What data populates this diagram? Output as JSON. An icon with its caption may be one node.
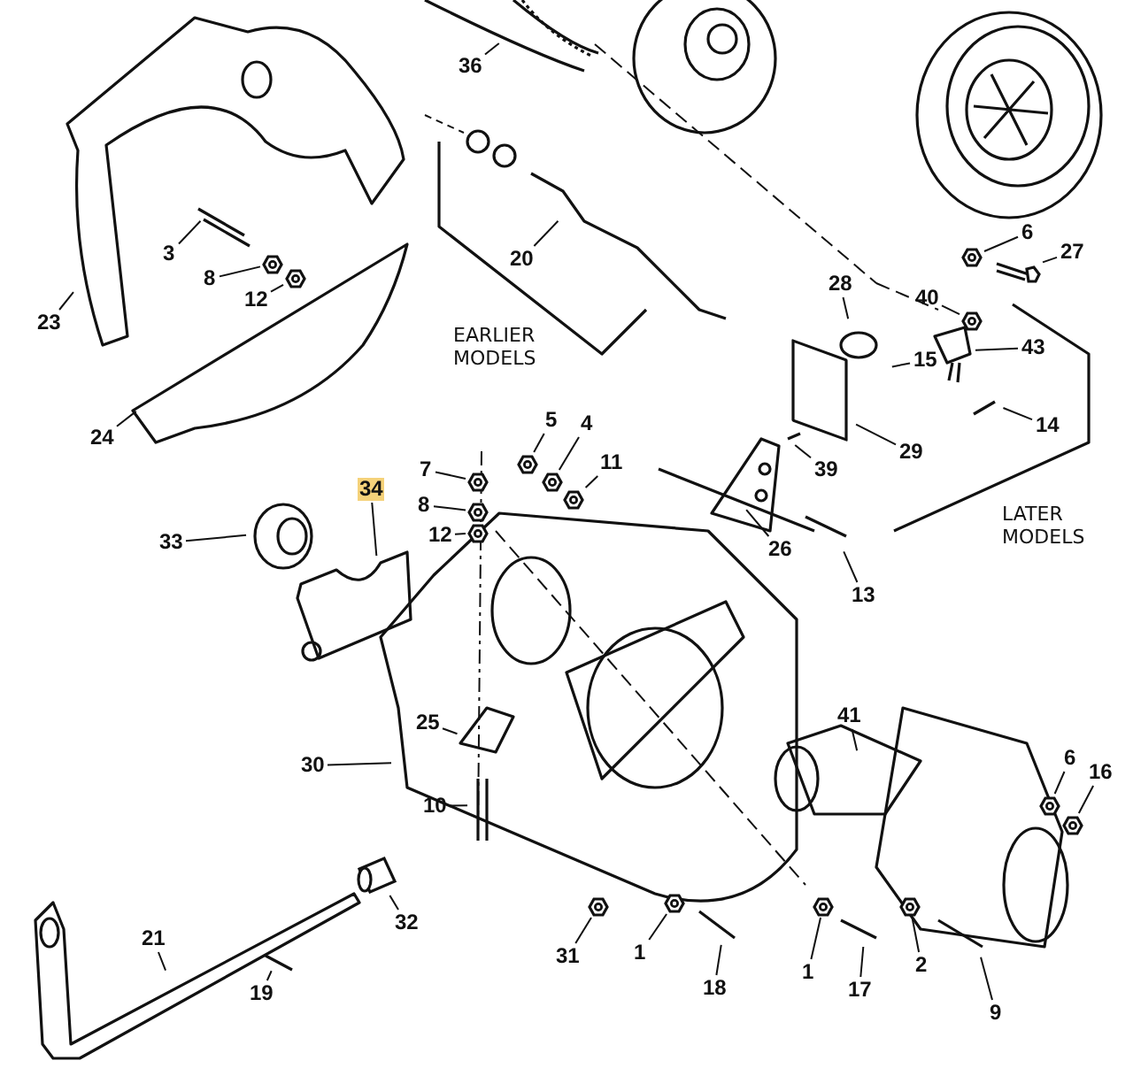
{
  "diagram": {
    "nodes": [
      {
        "text": [
          "36"
        ]
      },
      {
        "text": [
          "3"
        ]
      },
      {
        "text": [
          "8"
        ]
      },
      {
        "text": [
          "12"
        ]
      },
      {
        "text": [
          "23"
        ]
      },
      {
        "text": [
          "20"
        ]
      },
      {
        "text": [
          "24"
        ]
      },
      {
        "text": [
          "6"
        ]
      },
      {
        "text": [
          "27"
        ]
      },
      {
        "text": [
          "40"
        ]
      },
      {
        "text": [
          "28"
        ]
      },
      {
        "text": [
          "15"
        ]
      },
      {
        "text": [
          "43"
        ]
      },
      {
        "text": [
          "14"
        ]
      },
      {
        "text": [
          "29"
        ]
      },
      {
        "text": [
          "39"
        ]
      },
      {
        "text": [
          "5"
        ]
      },
      {
        "text": [
          "4"
        ]
      },
      {
        "text": [
          "11"
        ]
      },
      {
        "text": [
          "7"
        ]
      },
      {
        "text": [
          "8"
        ]
      },
      {
        "text": [
          "12"
        ]
      },
      {
        "text": [
          "34"
        ]
      },
      {
        "text": [
          "33"
        ]
      },
      {
        "text": [
          "26"
        ]
      },
      {
        "text": [
          "13"
        ]
      },
      {
        "text": [
          "25"
        ]
      },
      {
        "text": [
          "30"
        ]
      },
      {
        "text": [
          "10"
        ]
      },
      {
        "text": [
          "41"
        ]
      },
      {
        "text": [
          "6"
        ]
      },
      {
        "text": [
          "16"
        ]
      },
      {
        "text": [
          "21"
        ]
      },
      {
        "text": [
          "32"
        ]
      },
      {
        "text": [
          "19"
        ]
      },
      {
        "text": [
          "31"
        ]
      },
      {
        "text": [
          "1"
        ]
      },
      {
        "text": [
          "18"
        ]
      },
      {
        "text": [
          "1"
        ]
      },
      {
        "text": [
          "17"
        ]
      },
      {
        "text": [
          "2"
        ]
      },
      {
        "text": [
          "9"
        ]
      },
      {
        "text": [],
        "shape": "nut"
      },
      {
        "text": [],
        "shape": "nut"
      },
      {
        "text": [],
        "shape": "nut"
      },
      {
        "text": [],
        "shape": "nut"
      },
      {
        "text": [],
        "shape": "nut"
      },
      {
        "text": [],
        "shape": "nut"
      },
      {
        "text": [],
        "shape": "nut"
      },
      {
        "text": [],
        "shape": "nut"
      },
      {
        "text": [],
        "shape": "nut"
      },
      {
        "text": [],
        "shape": "nut"
      },
      {
        "text": [],
        "shape": "nut"
      },
      {
        "text": [],
        "shape": "nut"
      },
      {
        "text": [],
        "shape": "cylinder"
      },
      {
        "text": [],
        "shape": "nut"
      },
      {
        "text": [],
        "shape": "nut"
      },
      {
        "text": [],
        "shape": "nut"
      },
      {
        "text": [],
        "shape": "nut"
      },
      {
        "text": [],
        "shape": "bolt"
      }
    ],
    "edges": [
      {
        "from": 0,
        "to": null,
        "arrow": "none"
      },
      {
        "from": 1,
        "to": null,
        "arrow": "none"
      },
      {
        "from": 2,
        "to": 42,
        "arrow": "none"
      },
      {
        "from": 3,
        "to": 43,
        "arrow": "none"
      },
      {
        "from": 4,
        "to": null,
        "arrow": "none"
      },
      {
        "from": 5,
        "to": null,
        "arrow": "none"
      },
      {
        "from": 6,
        "to": null,
        "arrow": "none"
      },
      {
        "from": 7,
        "to": 44,
        "arrow": "none"
      },
      {
        "from": 8,
        "to": 59,
        "arrow": "none"
      },
      {
        "from": 9,
        "to": 45,
        "arrow": "none"
      },
      {
        "from": 10,
        "to": null,
        "arrow": "none"
      },
      {
        "from": 11,
        "to": null,
        "arrow": "none"
      },
      {
        "from": 12,
        "to": null,
        "arrow": "none"
      },
      {
        "from": 13,
        "to": null,
        "arrow": "none"
      },
      {
        "from": 14,
        "to": null,
        "arrow": "none"
      },
      {
        "from": 15,
        "to": null,
        "arrow": "none"
      },
      {
        "from": 16,
        "to": 46,
        "arrow": "none"
      },
      {
        "from": 17,
        "to": 47,
        "arrow": "none"
      },
      {
        "from": 18,
        "to": 48,
        "arrow": "none"
      },
      {
        "from": 19,
        "to": 49,
        "arrow": "none"
      },
      {
        "from": 20,
        "to": 50,
        "arrow": "none"
      },
      {
        "from": 21,
        "to": 51,
        "arrow": "none"
      },
      {
        "from": 22,
        "to": null,
        "arrow": "none"
      },
      {
        "from": 23,
        "to": null,
        "arrow": "none"
      },
      {
        "from": 24,
        "to": null,
        "arrow": "none"
      },
      {
        "from": 25,
        "to": null,
        "arrow": "none"
      },
      {
        "from": 26,
        "to": null,
        "arrow": "none"
      },
      {
        "from": 27,
        "to": null,
        "arrow": "none"
      },
      {
        "from": 28,
        "to": null,
        "arrow": "none"
      },
      {
        "from": 29,
        "to": null,
        "arrow": "none"
      },
      {
        "from": 30,
        "to": 52,
        "arrow": "none"
      },
      {
        "from": 31,
        "to": 53,
        "arrow": "none"
      },
      {
        "from": 32,
        "to": null,
        "arrow": "none"
      },
      {
        "from": 33,
        "to": 54,
        "arrow": "none"
      },
      {
        "from": 34,
        "to": null,
        "arrow": "none"
      },
      {
        "from": 35,
        "to": 55,
        "arrow": "none"
      },
      {
        "from": 36,
        "to": 56,
        "arrow": "none"
      },
      {
        "from": 37,
        "to": null,
        "arrow": "none"
      },
      {
        "from": 38,
        "to": 57,
        "arrow": "none"
      },
      {
        "from": 39,
        "to": null,
        "arrow": "none"
      },
      {
        "from": 40,
        "to": 58,
        "arrow": "none"
      },
      {
        "from": 41,
        "to": null,
        "arrow": "none"
      }
    ],
    "labels": [
      "EARLIER MODELS",
      "LATER MODELS"
    ]
  }
}
